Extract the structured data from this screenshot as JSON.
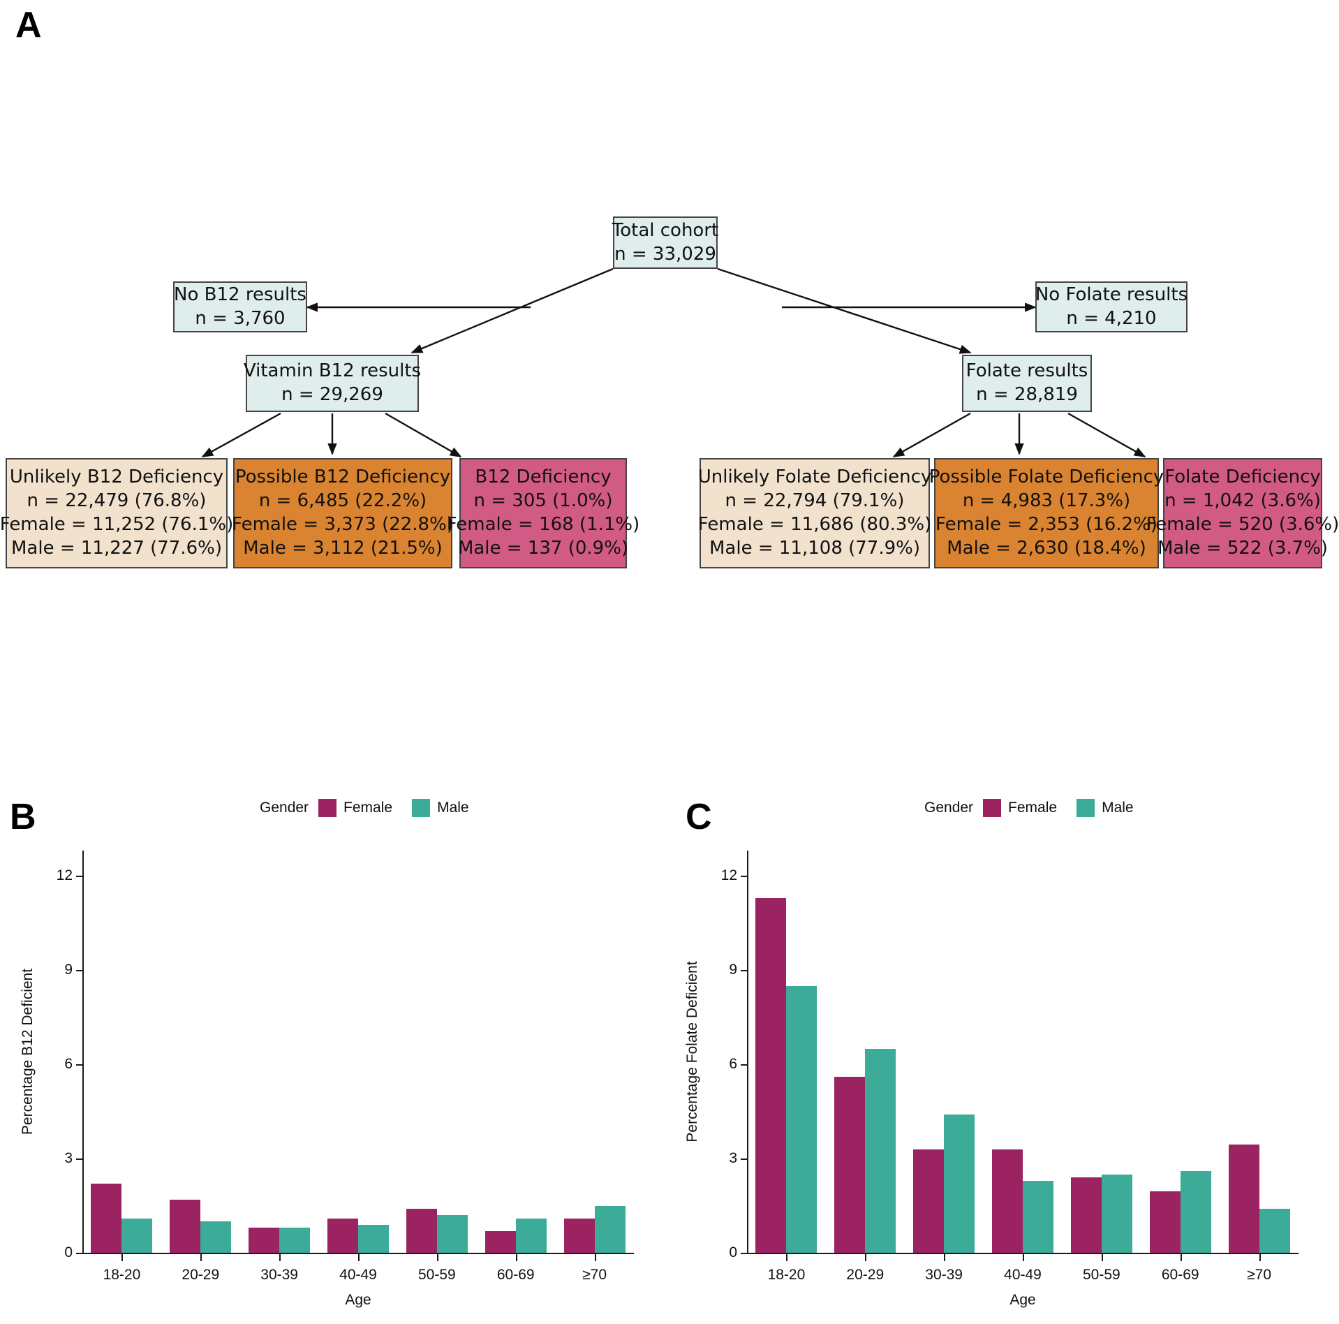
{
  "panels": {
    "a_label": "A",
    "b_label": "B",
    "c_label": "C"
  },
  "flowchart": {
    "nodes": {
      "total": {
        "title": "Total cohort",
        "n": "n = 33,029"
      },
      "no_b12": {
        "title": "No B12 results",
        "n": "n = 3,760"
      },
      "no_folate": {
        "title": "No Folate results",
        "n": "n = 4,210"
      },
      "b12_results": {
        "title": "Vitamin B12 results",
        "n": "n = 29,269"
      },
      "folate_results": {
        "title": "Folate results",
        "n": "n = 28,819"
      },
      "b12_unlikely": {
        "title": "Unlikely B12 Deficiency",
        "n": "n = 22,479 (76.8%)",
        "female": "Female = 11,252 (76.1%)",
        "male": "Male = 11,227 (77.6%)"
      },
      "b12_possible": {
        "title": "Possible B12 Deficiency",
        "n": "n = 6,485 (22.2%)",
        "female": "Female = 3,373 (22.8%)",
        "male": "Male = 3,112 (21.5%)"
      },
      "b12_deficient": {
        "title": "B12 Deficiency",
        "n": "n = 305 (1.0%)",
        "female": "Female = 168 (1.1%)",
        "male": "Male = 137 (0.9%)"
      },
      "folate_unlikely": {
        "title": "Unlikely Folate Deficiency",
        "n": "n = 22,794 (79.1%)",
        "female": "Female = 11,686 (80.3%)",
        "male": "Male = 11,108 (77.9%)"
      },
      "folate_possible": {
        "title": "Possible Folate Deficiency",
        "n": "n = 4,983 (17.3%)",
        "female": "Female = 2,353 (16.2%)",
        "male": "Male = 2,630 (18.4%)"
      },
      "folate_deficient": {
        "title": "Folate Deficiency",
        "n": "n = 1,042 (3.6%)",
        "female": "Female = 520 (3.6%)",
        "male": "Male = 522 (3.7%)"
      }
    },
    "colors": {
      "blue": "#dfeded",
      "cream": "#f2e2cd",
      "orange": "#da8432",
      "pink": "#d25b85",
      "border": "#444444"
    }
  },
  "legend": {
    "title": "Gender",
    "items": [
      {
        "label": "Female",
        "color": "#9c2361"
      },
      {
        "label": "Male",
        "color": "#3cab97"
      }
    ]
  },
  "chart_data": [
    {
      "id": "panel_b",
      "type": "bar",
      "title": "",
      "xlabel": "Age",
      "ylabel": "Percentage B12 Deficient",
      "categories": [
        "18-20",
        "20-29",
        "30-39",
        "40-49",
        "50-59",
        "60-69",
        "≥70"
      ],
      "ylim": [
        0,
        12.8
      ],
      "yticks": [
        0,
        3,
        6,
        9,
        12
      ],
      "ytick_labels": [
        "0",
        "3",
        "6",
        "9",
        "12"
      ],
      "grid": false,
      "legend_position": "top-center",
      "series": [
        {
          "name": "Female",
          "color": "#9c2361",
          "values": [
            2.2,
            1.7,
            0.8,
            1.1,
            1.4,
            0.7,
            1.1
          ]
        },
        {
          "name": "Male",
          "color": "#3cab97",
          "values": [
            1.1,
            1.0,
            0.8,
            0.9,
            1.2,
            1.1,
            1.5
          ]
        }
      ]
    },
    {
      "id": "panel_c",
      "type": "bar",
      "title": "",
      "xlabel": "Age",
      "ylabel": "Percentage Folate Deficient",
      "categories": [
        "18-20",
        "20-29",
        "30-39",
        "40-49",
        "50-59",
        "60-69",
        "≥70"
      ],
      "ylim": [
        0,
        12.8
      ],
      "yticks": [
        0,
        3,
        6,
        9,
        12
      ],
      "ytick_labels": [
        "0",
        "3",
        "6",
        "9",
        "12"
      ],
      "grid": false,
      "legend_position": "top-center",
      "series": [
        {
          "name": "Female",
          "color": "#9c2361",
          "values": [
            11.3,
            5.6,
            3.3,
            3.3,
            2.4,
            1.95,
            3.45
          ]
        },
        {
          "name": "Male",
          "color": "#3cab97",
          "values": [
            8.5,
            6.5,
            4.4,
            2.3,
            2.5,
            2.6,
            1.4
          ]
        }
      ]
    }
  ]
}
